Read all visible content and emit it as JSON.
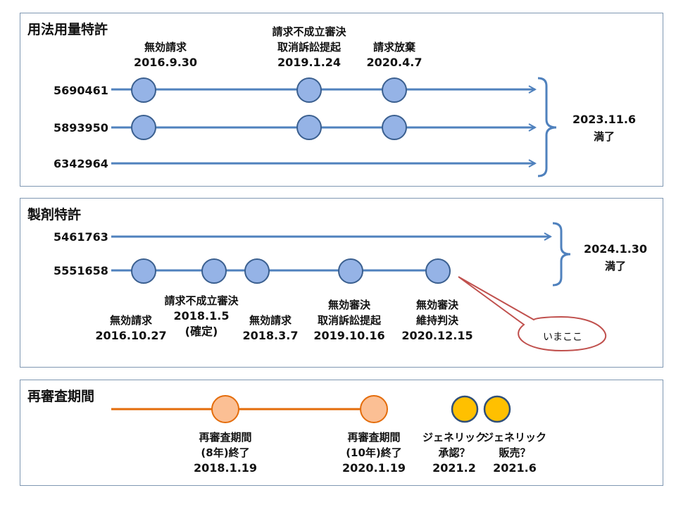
{
  "sections": {
    "usage": {
      "title": "用法用量特許",
      "patents": [
        "5690461",
        "5893950",
        "6342964"
      ],
      "events": [
        {
          "lines": [
            "無効請求",
            "2016.9.30"
          ]
        },
        {
          "lines": [
            "請求不成立審決",
            "取消訴訟提起",
            "2019.1.24"
          ]
        },
        {
          "lines": [
            "請求放棄",
            "2020.4.7"
          ]
        }
      ],
      "expiry": {
        "date": "2023.11.6",
        "label": "満了"
      }
    },
    "formulation": {
      "title": "製剤特許",
      "patents": [
        "5461763",
        "5551658"
      ],
      "events": [
        {
          "lines": [
            "無効請求",
            "2016.10.27"
          ]
        },
        {
          "lines": [
            "請求不成立審決",
            "2018.1.5",
            "(確定)"
          ]
        },
        {
          "lines": [
            "無効請求",
            "2018.3.7"
          ]
        },
        {
          "lines": [
            "無効審決",
            "取消訴訟提起",
            "2019.10.16"
          ]
        },
        {
          "lines": [
            "無効審決",
            "維持判決",
            "2020.12.15"
          ]
        }
      ],
      "expiry": {
        "date": "2024.1.30",
        "label": "満了"
      },
      "callout": "いまここ"
    },
    "reexam": {
      "title": "再審査期間",
      "events": [
        {
          "lines": [
            "再審査期間",
            "(8年)終了",
            "2018.1.19"
          ]
        },
        {
          "lines": [
            "再審査期間",
            "(10年)終了",
            "2020.1.19"
          ]
        },
        {
          "lines": [
            "ジェネリック",
            "承認？",
            "2021.2"
          ]
        },
        {
          "lines": [
            "ジェネリック",
            "販売？",
            "2021.6"
          ]
        }
      ]
    }
  },
  "colors": {
    "timeline_blue": "#4f81bd",
    "node_blue_fill": "#95b3e6",
    "node_blue_stroke": "#3a5f8f",
    "timeline_orange": "#e46c0a",
    "node_orange_fill": "#fbbf94",
    "node_yellow_fill": "#ffc000",
    "node_yellow_stroke": "#2f4f7a",
    "callout_stroke": "#c0504d",
    "panel_border": "#7f97b2"
  }
}
